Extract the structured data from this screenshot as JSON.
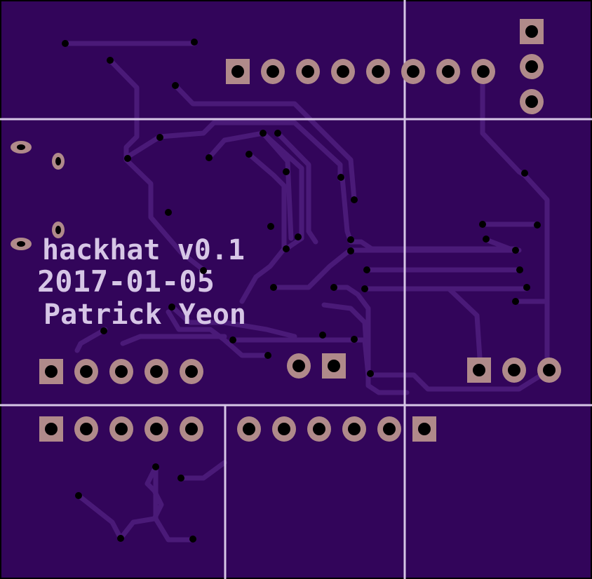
{
  "colors": {
    "board": "#32055a",
    "board_edge": "#000000",
    "trace": "#4a1a78",
    "silkscreen": "#d6c6e6",
    "pad": "#b08a8a",
    "drill": "#000000"
  },
  "silkscreen": {
    "line1": "hackhat v0.1",
    "line2": "2017-01-05",
    "line3": "Patrick Yeon"
  },
  "headers": [
    {
      "name": "header-top-8pin",
      "pins": 8
    },
    {
      "name": "header-right-3pin",
      "pins": 3
    },
    {
      "name": "header-mid-left-5pin",
      "pins": 5
    },
    {
      "name": "header-mid-center-2pin",
      "pins": 2
    },
    {
      "name": "header-mid-right-3pin",
      "pins": 3
    },
    {
      "name": "header-bottom-left-5pin",
      "pins": 5
    },
    {
      "name": "header-bottom-center-6pin",
      "pins": 6
    }
  ]
}
